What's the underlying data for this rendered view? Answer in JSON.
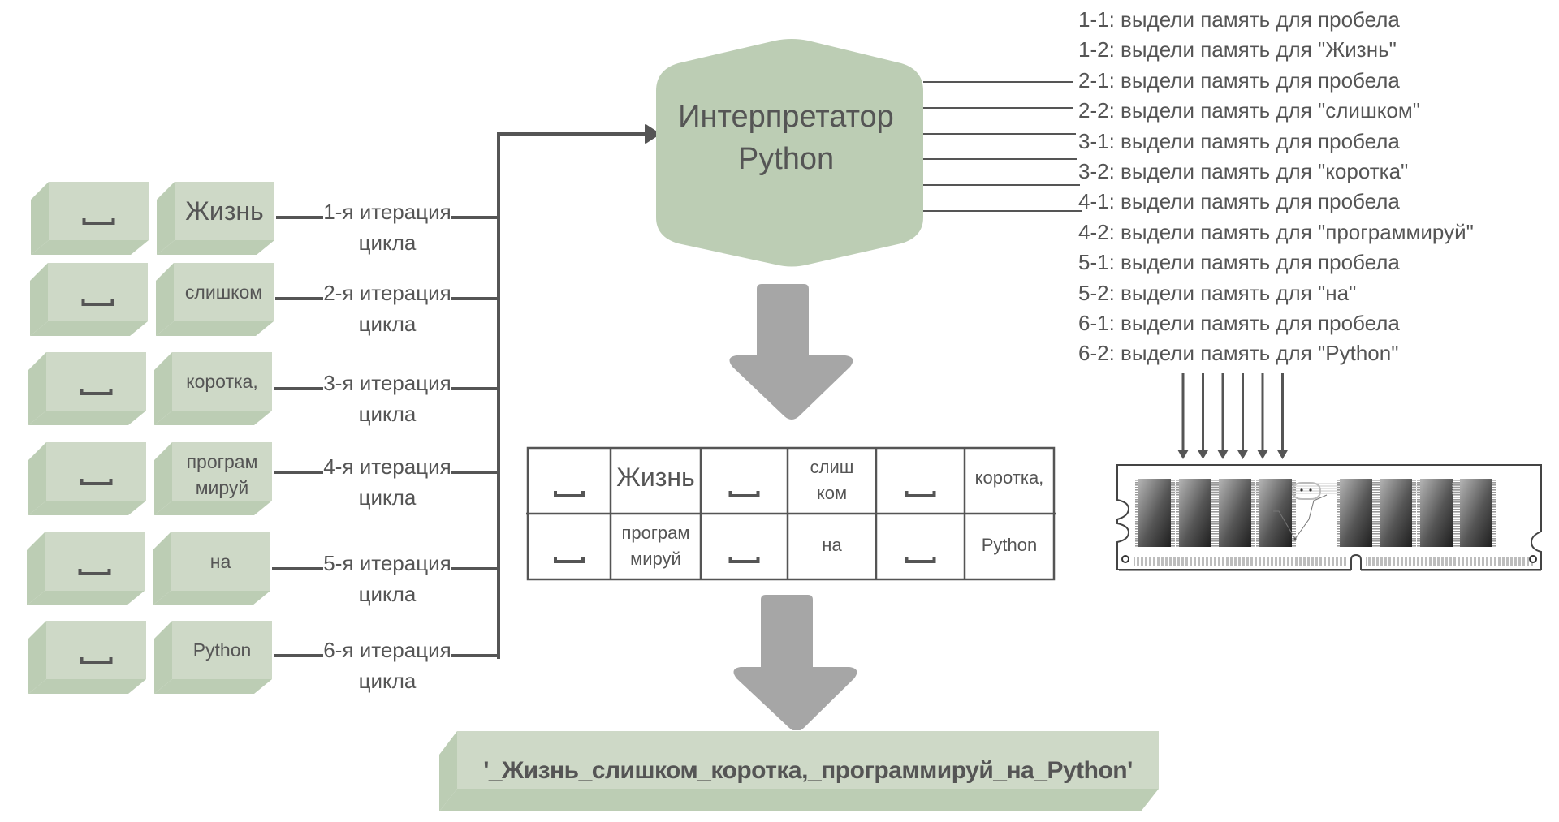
{
  "colors": {
    "block_face": "#ced9c7",
    "block_side": "#bccdb4",
    "hexagon": "#bccdb4",
    "connector": "#555555",
    "big_arrow": "#a6a6a6",
    "text": "#555555"
  },
  "words": [
    {
      "space": "␣",
      "word": "Жизнь",
      "iteration": "1-я итерация",
      "iteration_sub": "цикла"
    },
    {
      "space": "␣",
      "word": "слишком",
      "iteration": "2-я итерация",
      "iteration_sub": "цикла"
    },
    {
      "space": "␣",
      "word": "коротка,",
      "iteration": "3-я итерация",
      "iteration_sub": "цикла"
    },
    {
      "space": "␣",
      "word_line1": "програм",
      "word_line2": "мируй",
      "iteration": "4-я итерация",
      "iteration_sub": "цикла"
    },
    {
      "space": "␣",
      "word": "на",
      "iteration": "5-я итерация",
      "iteration_sub": "цикла"
    },
    {
      "space": "␣",
      "word": "Python",
      "iteration": "6-я итерация",
      "iteration_sub": "цикла"
    }
  ],
  "interpreter": {
    "line1": "Интерпретатор",
    "line2": "Python"
  },
  "memory_requests": [
    "1-1: выдели память для пробела",
    "1-2: выдели память для \"Жизнь\"",
    "2-1: выдели память для пробела",
    "2-2: выдели память для \"слишком\"",
    "3-1: выдели память для пробела",
    "3-2: выдели память для \"коротка\"",
    "4-1: выдели память для пробела",
    "4-2: выдели память для \"программируй\"",
    "5-1: выдели память для пробела",
    "5-2: выдели память для \"на\"",
    "6-1: выдели память для пробела",
    "6-2: выдели память для \"Python\""
  ],
  "memory_table": {
    "rows": [
      [
        {
          "type": "space"
        },
        {
          "type": "word",
          "text": "Жизнь",
          "size": "large"
        },
        {
          "type": "space"
        },
        {
          "type": "word",
          "line1": "слиш",
          "line2": "ком"
        },
        {
          "type": "space"
        },
        {
          "type": "word",
          "text": "коротка,"
        }
      ],
      [
        {
          "type": "space"
        },
        {
          "type": "word",
          "line1": "програм",
          "line2": "мируй"
        },
        {
          "type": "space"
        },
        {
          "type": "word",
          "text": "на"
        },
        {
          "type": "space"
        },
        {
          "type": "word",
          "text": "Python"
        }
      ]
    ]
  },
  "result": {
    "text": "'_Жизнь_слишком_коротка,_программируй_на_Python'"
  },
  "ram": {
    "label": "RAM module",
    "arrow_count": 6
  }
}
